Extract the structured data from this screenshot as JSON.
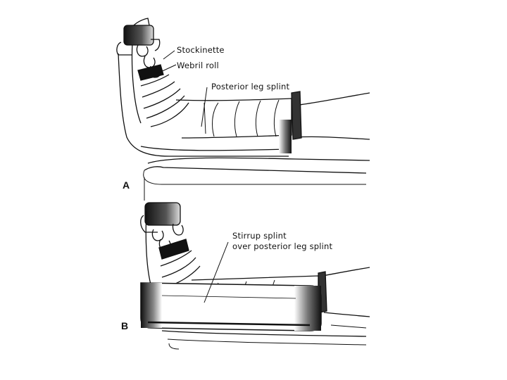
{
  "figure": {
    "panel_a": {
      "letter": "A",
      "labels": {
        "stockinette": "Stockinette",
        "webril_roll": "Webril roll",
        "posterior_leg_splint": "Posterior leg splint"
      }
    },
    "panel_b": {
      "letter": "B",
      "labels": {
        "stirrup_line1": "Stirrup splint",
        "stirrup_line2": "over posterior leg splint"
      }
    }
  },
  "colors": {
    "ink": "#111111",
    "shade": "#222222",
    "background": "#ffffff"
  }
}
